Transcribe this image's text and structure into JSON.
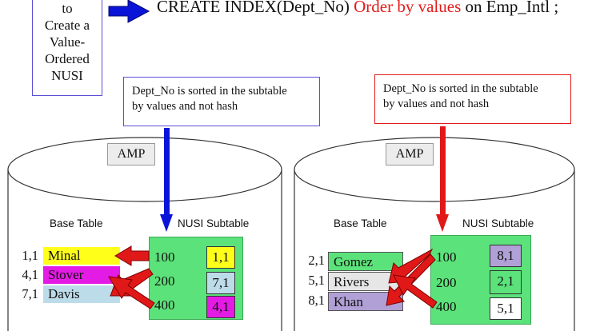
{
  "intro_box": {
    "lines": [
      "to",
      "Create a",
      "Value-",
      "Ordered",
      "NUSI"
    ]
  },
  "command": {
    "prefix": "CREATE INDEX(Dept_No) ",
    "highlight": "Order by values",
    "suffix": " on Emp_Intl ;"
  },
  "colors": {
    "blue_arrow": "#0a14d8",
    "red_arrow": "#e11818",
    "nusi_fill": "#5ce27a"
  },
  "panels": [
    {
      "note": [
        "Dept_No is sorted in the subtable",
        "by values and not hash"
      ],
      "amp_label": "AMP",
      "base_table_label": "Base Table",
      "nusi_label": "NUSI  Subtable",
      "rows": [
        {
          "rowid": "1,1",
          "name": "Minal",
          "color": "#ffff1a"
        },
        {
          "rowid": "4,1",
          "name": "Stover",
          "color": "#e41be4"
        },
        {
          "rowid": "7,1",
          "name": "Davis",
          "color": "#bcdcea"
        }
      ],
      "nusi_entries": [
        {
          "value": "100",
          "rowid": "1,1",
          "color": "#ffff1a"
        },
        {
          "value": "200",
          "rowid": "7,1",
          "color": "#bcdcea"
        },
        {
          "value": "400",
          "rowid": "4,1",
          "color": "#e41be4"
        }
      ]
    },
    {
      "note": [
        "Dept_No is sorted in the subtable",
        "by values and not hash"
      ],
      "amp_label": "AMP",
      "base_table_label": "Base Table",
      "nusi_label": "NUSI  Subtable",
      "rows": [
        {
          "rowid": "2,1",
          "name": "Gomez",
          "color": "#5ce27a"
        },
        {
          "rowid": "5,1",
          "name": "Rivers",
          "color": "#e6e6e6"
        },
        {
          "rowid": "8,1",
          "name": "Khan",
          "color": "#b0a0d6"
        }
      ],
      "nusi_entries": [
        {
          "value": "100",
          "rowid": "8,1",
          "color": "#b0a0d6"
        },
        {
          "value": "200",
          "rowid": "2,1",
          "color": "#5ce27a"
        },
        {
          "value": "400",
          "rowid": "5,1",
          "color": "#ffffff"
        }
      ]
    }
  ]
}
